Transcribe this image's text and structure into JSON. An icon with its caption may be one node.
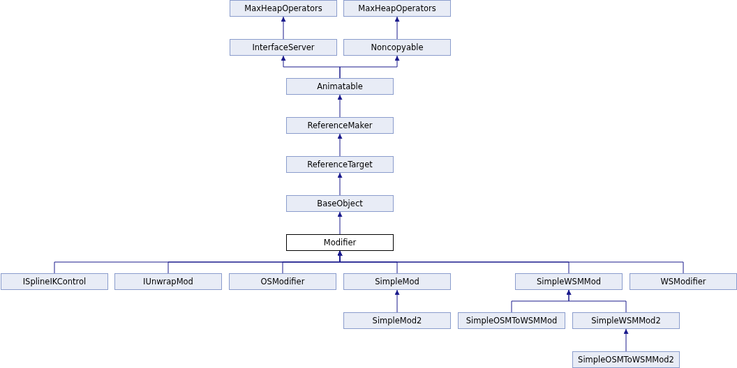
{
  "diagram": {
    "nodes": [
      {
        "text": [
          "MaxHeapOperators"
        ]
      },
      {
        "text": [
          "MaxHeapOperators"
        ]
      },
      {
        "text": [
          "InterfaceServer"
        ]
      },
      {
        "text": [
          "Noncopyable"
        ]
      },
      {
        "text": [
          "Animatable"
        ]
      },
      {
        "text": [
          "ReferenceMaker"
        ]
      },
      {
        "text": [
          "ReferenceTarget"
        ]
      },
      {
        "text": [
          "BaseObject"
        ]
      },
      {
        "text": [
          "Modifier"
        ]
      },
      {
        "text": [
          "ISplineIKControl"
        ]
      },
      {
        "text": [
          "IUnwrapMod"
        ]
      },
      {
        "text": [
          "OSModifier"
        ]
      },
      {
        "text": [
          "SimpleMod"
        ]
      },
      {
        "text": [
          "SimpleWSMMod"
        ]
      },
      {
        "text": [
          "WSModifier"
        ]
      },
      {
        "text": [
          "SimpleMod2"
        ]
      },
      {
        "text": [
          "SimpleOSMToWSMMod"
        ]
      },
      {
        "text": [
          "SimpleWSMMod2"
        ]
      },
      {
        "text": [
          "SimpleOSMToWSMMod2"
        ]
      }
    ],
    "edges": [
      {
        "from": 2,
        "to": 0,
        "arrow": "to"
      },
      {
        "from": 3,
        "to": 1,
        "arrow": "to"
      },
      {
        "from": 4,
        "to": 2,
        "arrow": "to"
      },
      {
        "from": 4,
        "to": 3,
        "arrow": "to"
      },
      {
        "from": 5,
        "to": 4,
        "arrow": "to"
      },
      {
        "from": 6,
        "to": 5,
        "arrow": "to"
      },
      {
        "from": 7,
        "to": 6,
        "arrow": "to"
      },
      {
        "from": 8,
        "to": 7,
        "arrow": "to"
      },
      {
        "from": 9,
        "to": 8,
        "arrow": "to"
      },
      {
        "from": 10,
        "to": 8,
        "arrow": "to"
      },
      {
        "from": 11,
        "to": 8,
        "arrow": "to"
      },
      {
        "from": 12,
        "to": 8,
        "arrow": "to"
      },
      {
        "from": 13,
        "to": 8,
        "arrow": "to"
      },
      {
        "from": 14,
        "to": 8,
        "arrow": "to"
      },
      {
        "from": 15,
        "to": 12,
        "arrow": "to"
      },
      {
        "from": 16,
        "to": 13,
        "arrow": "to"
      },
      {
        "from": 17,
        "to": 13,
        "arrow": "to"
      },
      {
        "from": 18,
        "to": 17,
        "arrow": "to"
      }
    ]
  }
}
